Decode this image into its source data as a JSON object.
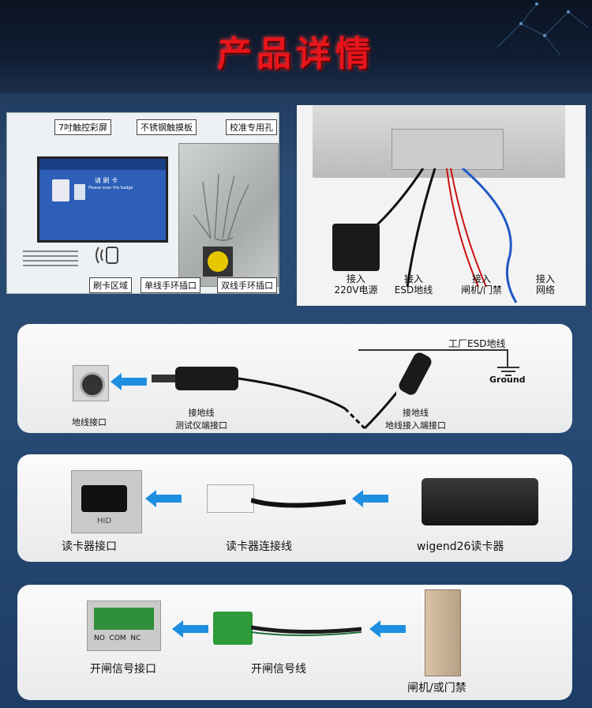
{
  "header": {
    "title": "产品详情"
  },
  "panel_left": {
    "labels": {
      "touch_screen": "7吋触控彩屏",
      "steel_plate": "不锈钢触摸板",
      "calib_hole": "校准专用孔",
      "card_area": "刷卡区域",
      "single_jack": "单线手环插口",
      "double_jack": "双线手环插口"
    },
    "screen_text": {
      "heading": "请 刷 卡",
      "sub": "Please scan the badge"
    }
  },
  "panel_right": {
    "labels": {
      "power": "接入\n220V电源",
      "esd": "接入\nESD地线",
      "gate": "接入\n闸机/门禁",
      "network": "接入\n网络"
    }
  },
  "strip1": {
    "factory_esd": "工厂ESD地线",
    "ground": "Ground",
    "ground_port": "地线接口",
    "tester_end": "接地线\n测试仪端接口",
    "ground_end": "接地线\n地线接入端接口"
  },
  "strip2": {
    "reader_port": "读卡器接口",
    "reader_cable": "读卡器连接线",
    "reader": "wigend26读卡器",
    "hid": "HID"
  },
  "strip3": {
    "signal_port": "开闸信号接口",
    "signal_cable": "开闸信号线",
    "gate": "闸机/或门禁",
    "terminal": "NO  COM  NC"
  },
  "colors": {
    "accent": "#e8141b",
    "arrow": "#1e8fe0",
    "bg": "#264a73"
  }
}
